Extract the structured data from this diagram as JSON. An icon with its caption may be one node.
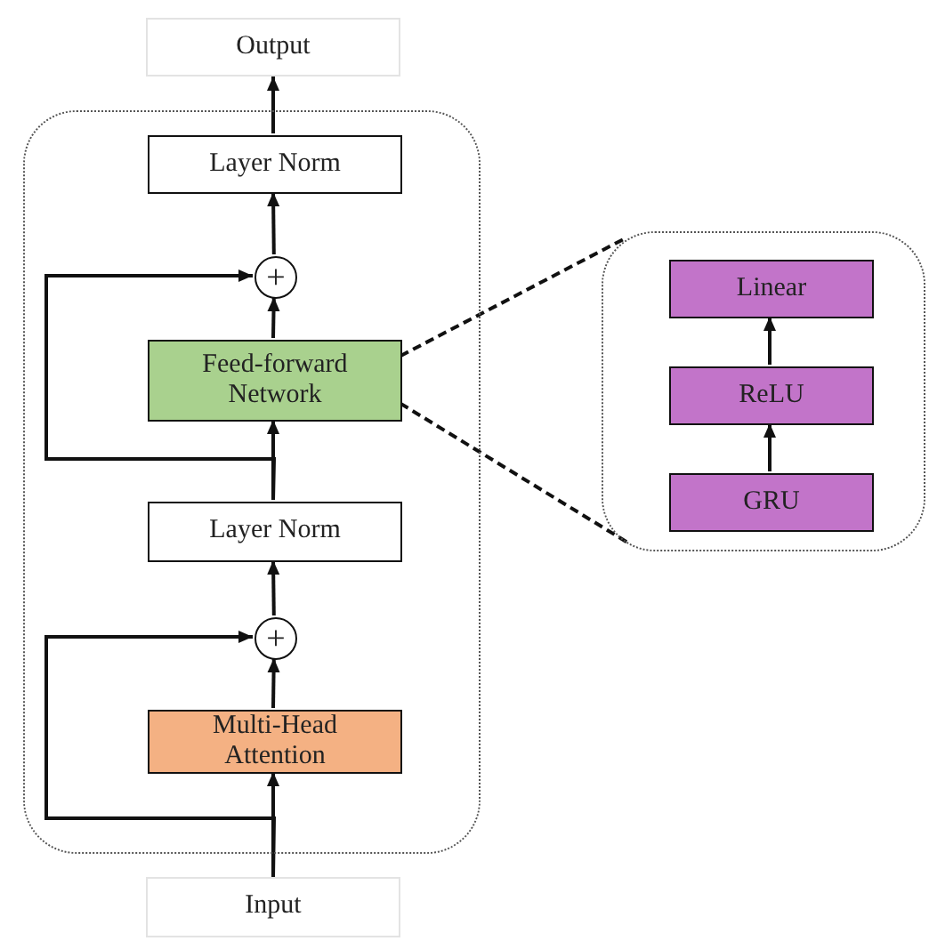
{
  "diagram": {
    "nodes": [
      {
        "text": [],
        "shape": "box"
      },
      {
        "text": [
          "Output"
        ]
      },
      {
        "text": [
          "Layer Norm"
        ],
        "in": 0
      },
      {
        "text": [
          "+"
        ],
        "in": 0
      },
      {
        "text": [
          "Feed-forward Network"
        ],
        "in": 0
      },
      {
        "text": [
          "Layer Norm"
        ],
        "in": 0
      },
      {
        "text": [
          "+"
        ],
        "in": 0
      },
      {
        "text": [
          "Multi-Head Attention"
        ],
        "in": 0
      },
      {
        "text": [
          "Input"
        ]
      },
      {
        "text": [],
        "shape": "box"
      },
      {
        "text": [
          "Linear"
        ],
        "in": 9
      },
      {
        "text": [
          "ReLU"
        ],
        "in": 9
      },
      {
        "text": [
          "GRU"
        ],
        "in": 9
      }
    ],
    "edges": [
      {
        "from": 8,
        "to": 7,
        "arrow": "to"
      },
      {
        "from": 8,
        "to": 6,
        "arrow": "to"
      },
      {
        "from": 7,
        "to": 6,
        "arrow": "to"
      },
      {
        "from": 6,
        "to": 5,
        "arrow": "to"
      },
      {
        "from": 5,
        "to": 4,
        "arrow": "to"
      },
      {
        "from": 5,
        "to": 3,
        "arrow": "to"
      },
      {
        "from": 4,
        "to": 3,
        "arrow": "to"
      },
      {
        "from": 3,
        "to": 2,
        "arrow": "to"
      },
      {
        "from": 2,
        "to": 1,
        "arrow": "to"
      },
      {
        "from": 4,
        "to": 9,
        "arrow": "none",
        "style": "dashed"
      },
      {
        "from": 4,
        "to": 9,
        "arrow": "none",
        "style": "dashed"
      },
      {
        "from": 12,
        "to": 11,
        "arrow": "to"
      },
      {
        "from": 11,
        "to": 10,
        "arrow": "to"
      }
    ]
  }
}
